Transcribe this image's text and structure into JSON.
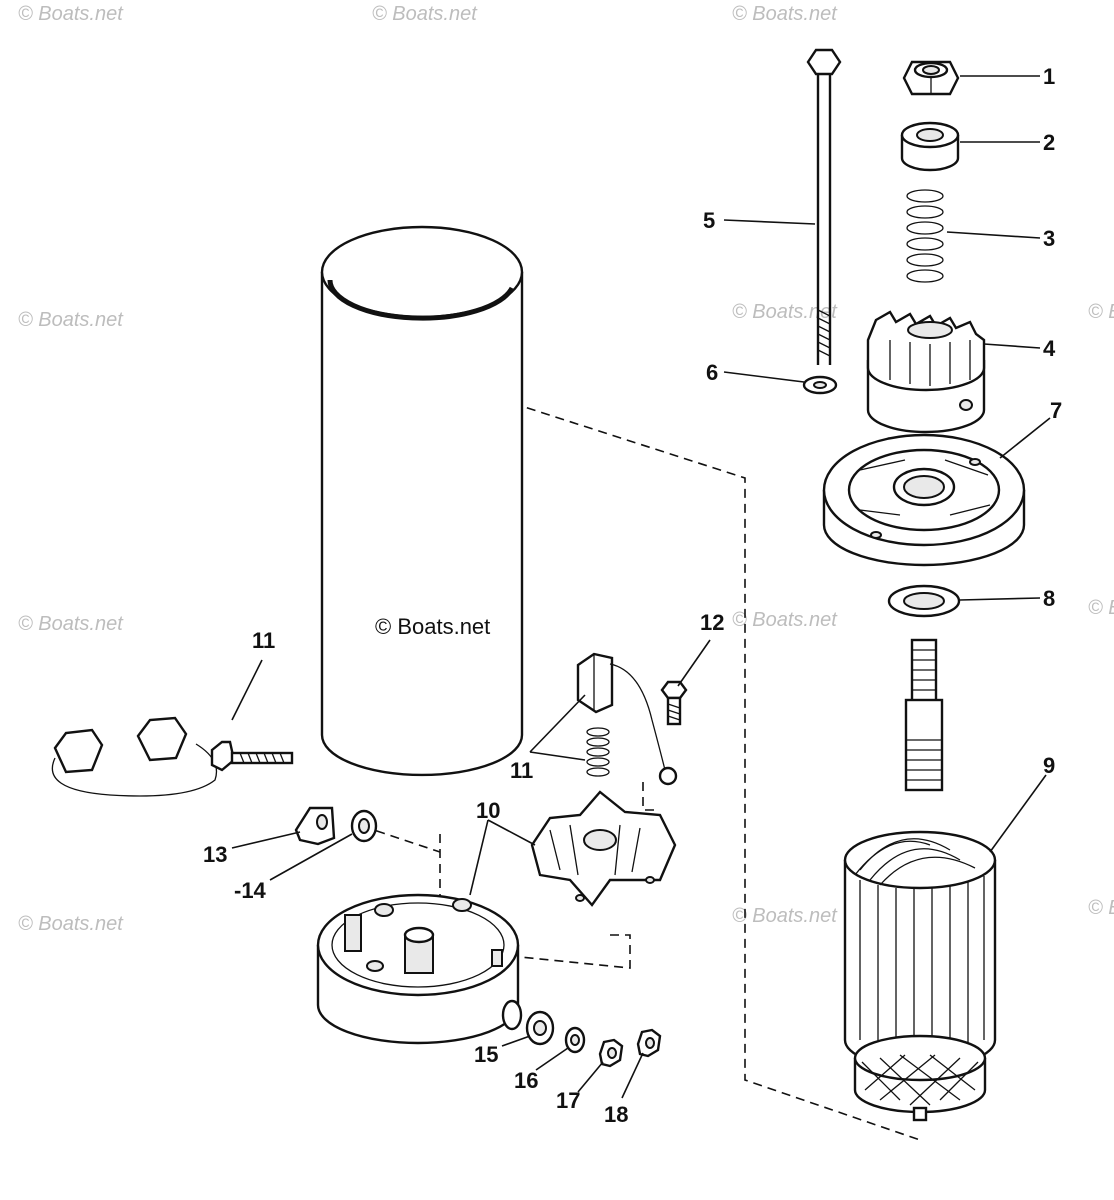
{
  "watermark": {
    "text": "© Boats.net"
  },
  "center_watermark": {
    "text": "© Boats.net"
  },
  "callouts": {
    "c1": "1",
    "c2": "2",
    "c3": "3",
    "c4": "4",
    "c5": "5",
    "c6": "6",
    "c7": "7",
    "c8": "8",
    "c9": "9",
    "c10": "10",
    "c11a": "11",
    "c11b": "11",
    "c12": "12",
    "c13": "13",
    "c14": "-14",
    "c15": "15",
    "c16": "16",
    "c17": "17",
    "c18": "18"
  }
}
